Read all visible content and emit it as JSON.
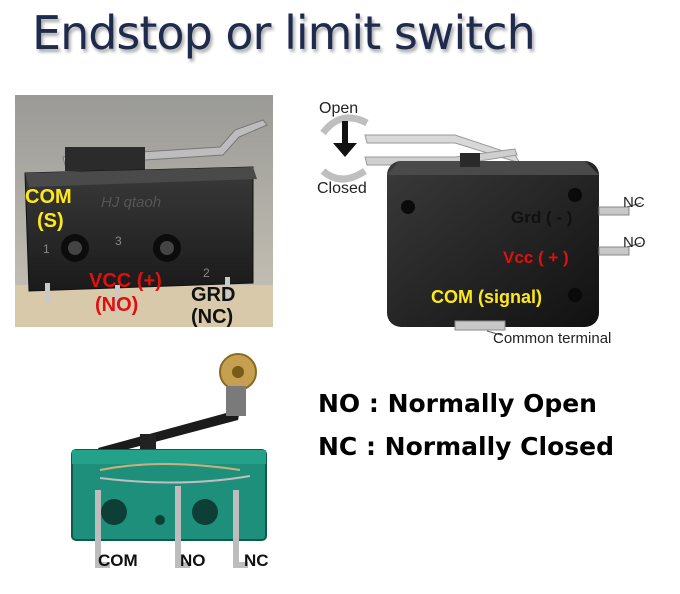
{
  "title": "Endstop or limit switch",
  "photo1": {
    "com": "COM",
    "s": "(S)",
    "vcc": "VCC (+)",
    "no": "(NO)",
    "grd": "GRD",
    "nc": "(NC)",
    "pin1": "1",
    "pin2": "2",
    "pin3": "3"
  },
  "diagram": {
    "open": "Open",
    "closed": "Closed",
    "grd": "Grd ( - )",
    "vcc": "Vcc ( + )",
    "com": "COM (signal)",
    "nc": "NC",
    "no": "NO",
    "common_terminal": "Common terminal"
  },
  "photo2": {
    "com": "COM",
    "no": "NO",
    "nc": "NC"
  },
  "definitions": {
    "no": "NO : Normally Open",
    "nc": "NC : Normally Closed"
  },
  "colors": {
    "title": "#1f2b4d",
    "yellow_label": "#ffe81a",
    "red_label": "#e01010",
    "switch_body": "#2a2a2a",
    "green_board": "#1e8f7a"
  }
}
